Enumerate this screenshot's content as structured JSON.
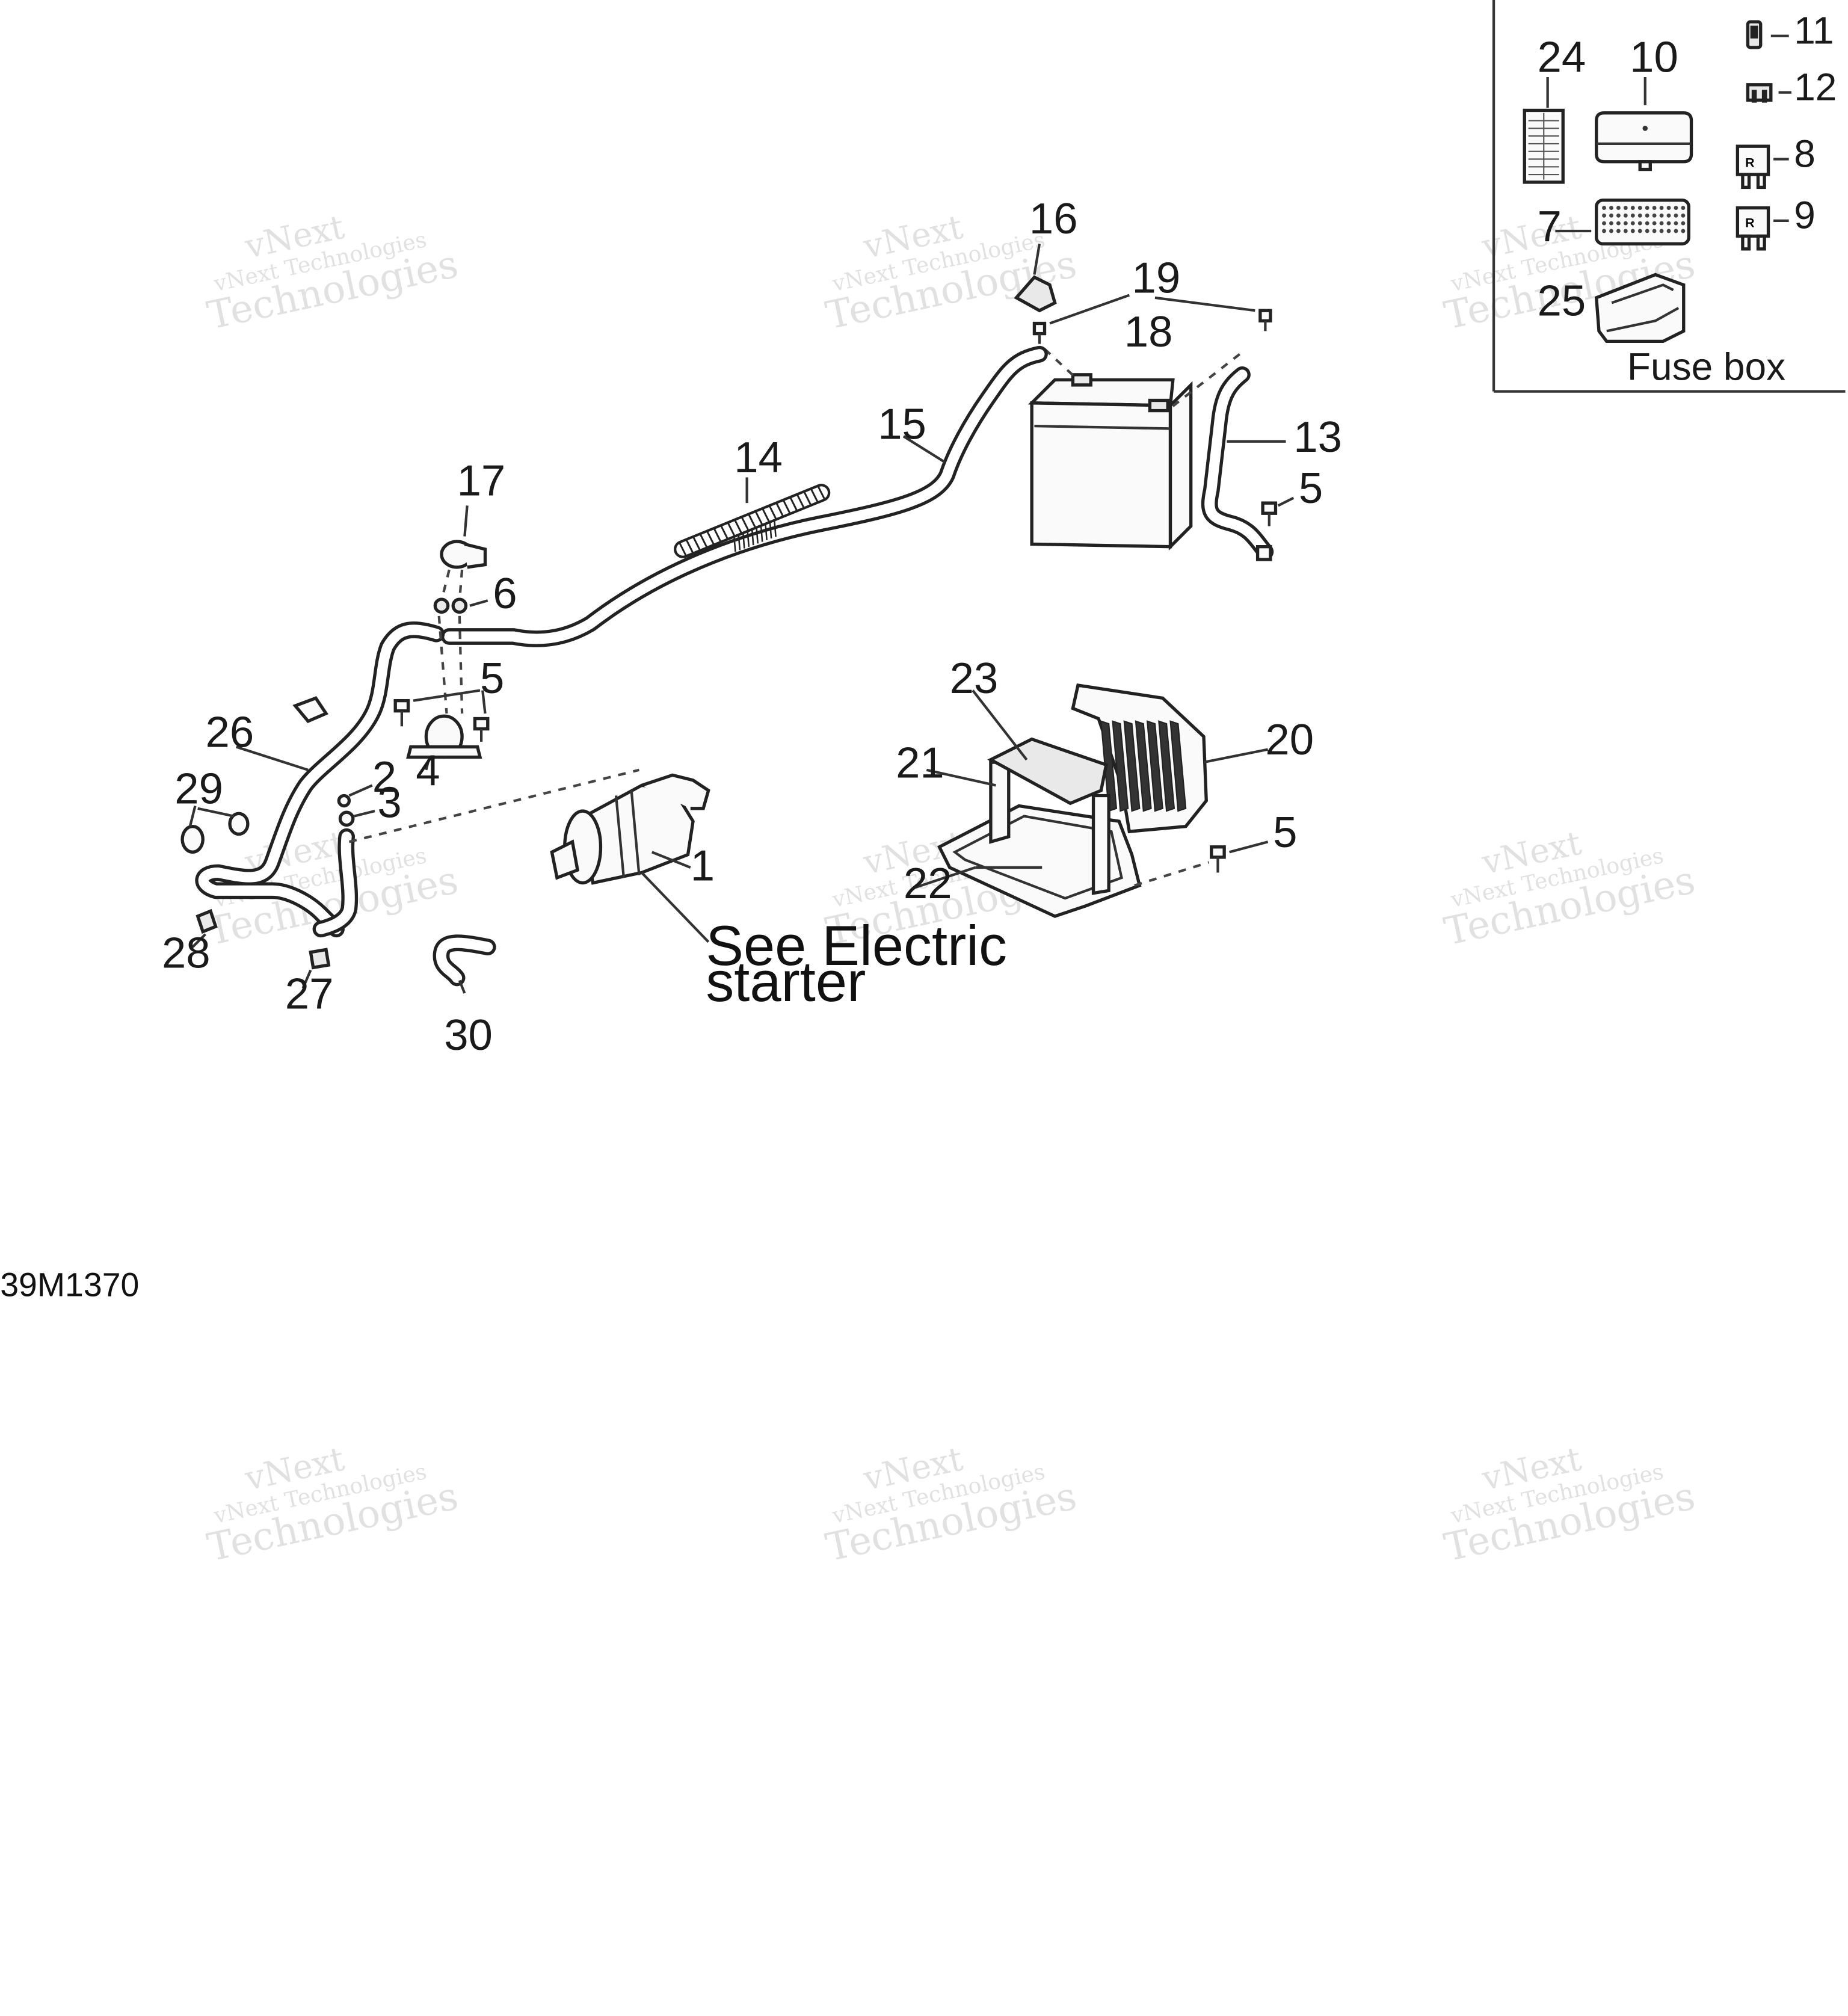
{
  "callouts": {
    "c1": "1",
    "c2": "2",
    "c3": "3",
    "c4": "4",
    "c5a": "5",
    "c5b": "5",
    "c5c": "5",
    "c6": "6",
    "c7": "7",
    "c8": "8",
    "c9": "9",
    "c10": "10",
    "c11": "11",
    "c12": "12",
    "c13": "13",
    "c14": "14",
    "c15": "15",
    "c16": "16",
    "c17": "17",
    "c18": "18",
    "c19": "19",
    "c20": "20",
    "c21": "21",
    "c22": "22",
    "c23": "23",
    "c24": "24",
    "c25": "25",
    "c26": "26",
    "c27": "27",
    "c28": "28",
    "c29": "29",
    "c30": "30"
  },
  "inset": {
    "title": "Fuse box"
  },
  "note": {
    "line1": "See Electric",
    "line2": "starter"
  },
  "drawing_code": "39M1370",
  "watermark": {
    "line1": "vNext",
    "line2": "vNext Technologies",
    "line3": "Technologies"
  }
}
